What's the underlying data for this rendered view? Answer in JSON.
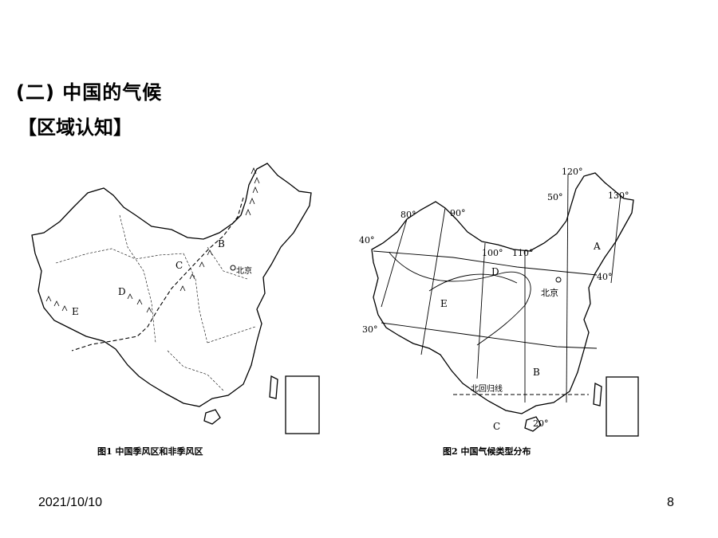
{
  "slide": {
    "title": "(二) 中国的气候",
    "subtitle": "【区域认知】"
  },
  "map1": {
    "caption": "图1 中国季风区和非季风区",
    "labels": [
      "B",
      "C",
      "D",
      "E"
    ],
    "city": "北京"
  },
  "map2": {
    "caption": "图2 中国气候类型分布",
    "labels": [
      "A",
      "B",
      "C",
      "D",
      "E"
    ],
    "city": "北京",
    "tropic": "北回归线",
    "lon_labels": [
      "80°",
      "90°",
      "100°",
      "110°",
      "120°",
      "130°"
    ],
    "lat_labels": [
      "50°",
      "40°",
      "40°",
      "30°",
      "20°"
    ]
  },
  "footer": {
    "date": "2021/10/10",
    "page": "8"
  }
}
